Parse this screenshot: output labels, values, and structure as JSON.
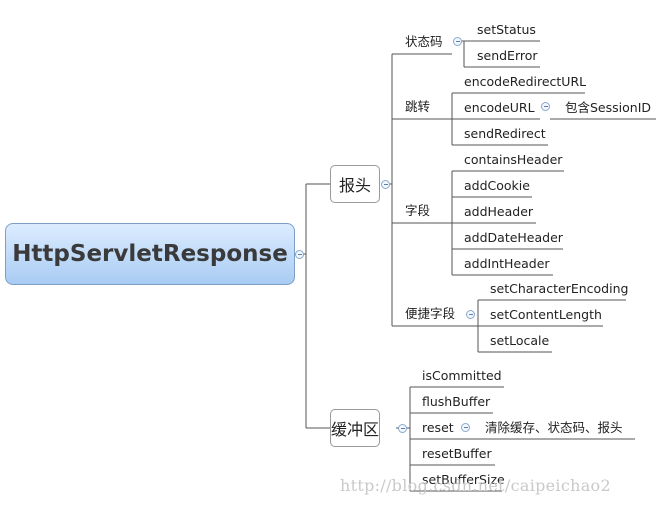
{
  "root": "HttpServletResponse",
  "branches": {
    "header": "报头",
    "buffer": "缓冲区"
  },
  "header_groups": {
    "status": {
      "label": "状态码",
      "items": [
        "setStatus",
        "sendError"
      ]
    },
    "redirect": {
      "label": "跳转",
      "items": [
        "encodeRedirectURL",
        "encodeURL",
        "sendRedirect"
      ],
      "encodeurl_note": "包含SessionID"
    },
    "fields": {
      "label": "字段",
      "items": [
        "containsHeader",
        "addCookie",
        "addHeader",
        "addDateHeader",
        "addIntHeader"
      ]
    },
    "shortcut": {
      "label": "便捷字段",
      "items": [
        "setCharacterEncoding",
        "setContentLength",
        "setLocale"
      ]
    }
  },
  "buffer_items": [
    "isCommitted",
    "flushBuffer",
    "reset",
    "resetBuffer",
    "setBufferSize"
  ],
  "reset_note": "清除缓存、状态码、报头",
  "watermark": "http://blog.csdn.net/caipeichao2",
  "colors": {
    "root_fill_top": "#dcecff",
    "root_fill_bottom": "#a9ccf3",
    "root_border": "#7d9fc6",
    "line": "#555555",
    "toggle": "#8aa8cc"
  }
}
